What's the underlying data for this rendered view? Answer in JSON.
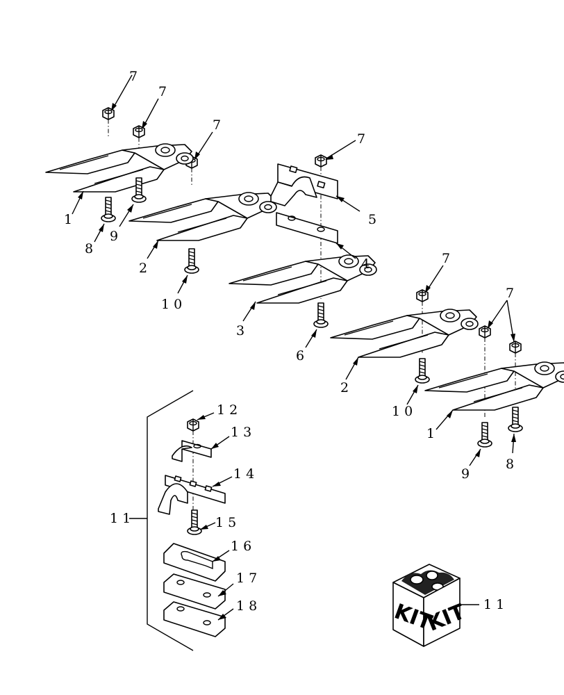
{
  "callouts": {
    "nut_a": "7",
    "nut_b": "7",
    "nut_c": "7",
    "nut_d": "7",
    "nut_e": "7",
    "nut_f": "7",
    "guard_1_left": "1",
    "guard_2_left": "2",
    "guard_3": "3",
    "plate_4": "4",
    "clip_5": "5",
    "bolt_6": "6",
    "bolt_8_left": "8",
    "bolt_9_left": "9",
    "bolt_10_left": "1 0",
    "guard_2_right": "2",
    "bolt_10_right": "1 0",
    "guard_1_right": "1",
    "bolt_9_right": "9",
    "bolt_8_right": "8",
    "kit_group": "1 1",
    "kit_nut": "1 2",
    "kit_clip_small": "1 3",
    "kit_clip_large": "1 4",
    "kit_bolt": "1 5",
    "kit_slotted_plate": "1 6",
    "kit_plate_a": "1 7",
    "kit_plate_b": "1 8",
    "kit_box": "1 1"
  },
  "kit_box_text": {
    "left": "KIT",
    "right": "KIT"
  }
}
